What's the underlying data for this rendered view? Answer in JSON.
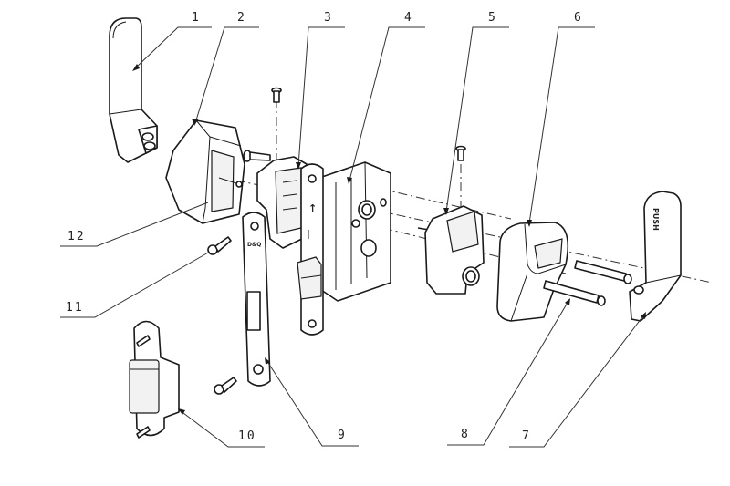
{
  "diagram": {
    "type": "exploded-view assembly drawing",
    "subject": "door lock with push lever",
    "callouts": [
      {
        "id": "1",
        "label": "1",
        "part": "pull lever (left)"
      },
      {
        "id": "2",
        "label": "2",
        "part": "left housing cover"
      },
      {
        "id": "3",
        "label": "3",
        "part": "inner cassette"
      },
      {
        "id": "4",
        "label": "4",
        "part": "lock body"
      },
      {
        "id": "5",
        "label": "5",
        "part": "right mechanism block"
      },
      {
        "id": "6",
        "label": "6",
        "part": "right housing cover"
      },
      {
        "id": "7",
        "label": "7",
        "part": "push lever (right)"
      },
      {
        "id": "8",
        "label": "8",
        "part": "connecting pins"
      },
      {
        "id": "9",
        "label": "9",
        "part": "strike faceplate"
      },
      {
        "id": "10",
        "label": "10",
        "part": "strike box"
      },
      {
        "id": "11",
        "label": "11",
        "part": "screw"
      },
      {
        "id": "12",
        "label": "12",
        "part": "housing spindle"
      }
    ],
    "markings": {
      "lever_text": "PUSH",
      "faceplate_text": "D&Q",
      "lock_face_arrow": "↑"
    }
  }
}
